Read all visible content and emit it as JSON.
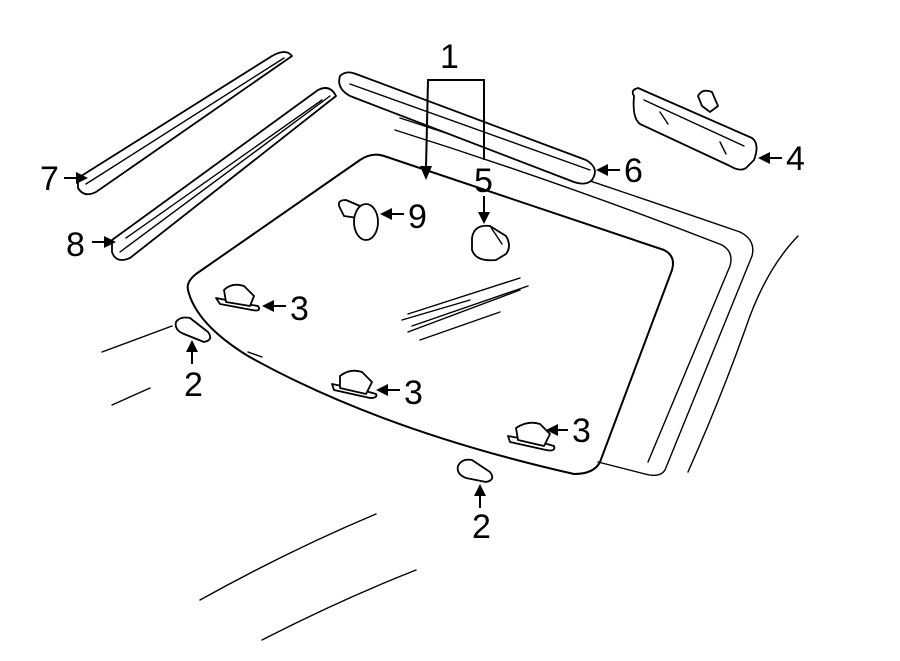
{
  "diagram": {
    "callouts": [
      {
        "id": "windshield",
        "label": "1"
      },
      {
        "id": "lower-molding-left",
        "label": "2"
      },
      {
        "id": "lower-molding-right",
        "label": "2"
      },
      {
        "id": "mirror-bracket-left",
        "label": "3"
      },
      {
        "id": "mirror-bracket-center",
        "label": "3"
      },
      {
        "id": "mirror-bracket-right",
        "label": "3"
      },
      {
        "id": "rear-view-mirror",
        "label": "4"
      },
      {
        "id": "retainer-clip",
        "label": "5"
      },
      {
        "id": "upper-molding",
        "label": "6"
      },
      {
        "id": "side-molding-outer",
        "label": "7"
      },
      {
        "id": "side-molding-inner",
        "label": "8"
      },
      {
        "id": "push-pin",
        "label": "9"
      }
    ]
  }
}
